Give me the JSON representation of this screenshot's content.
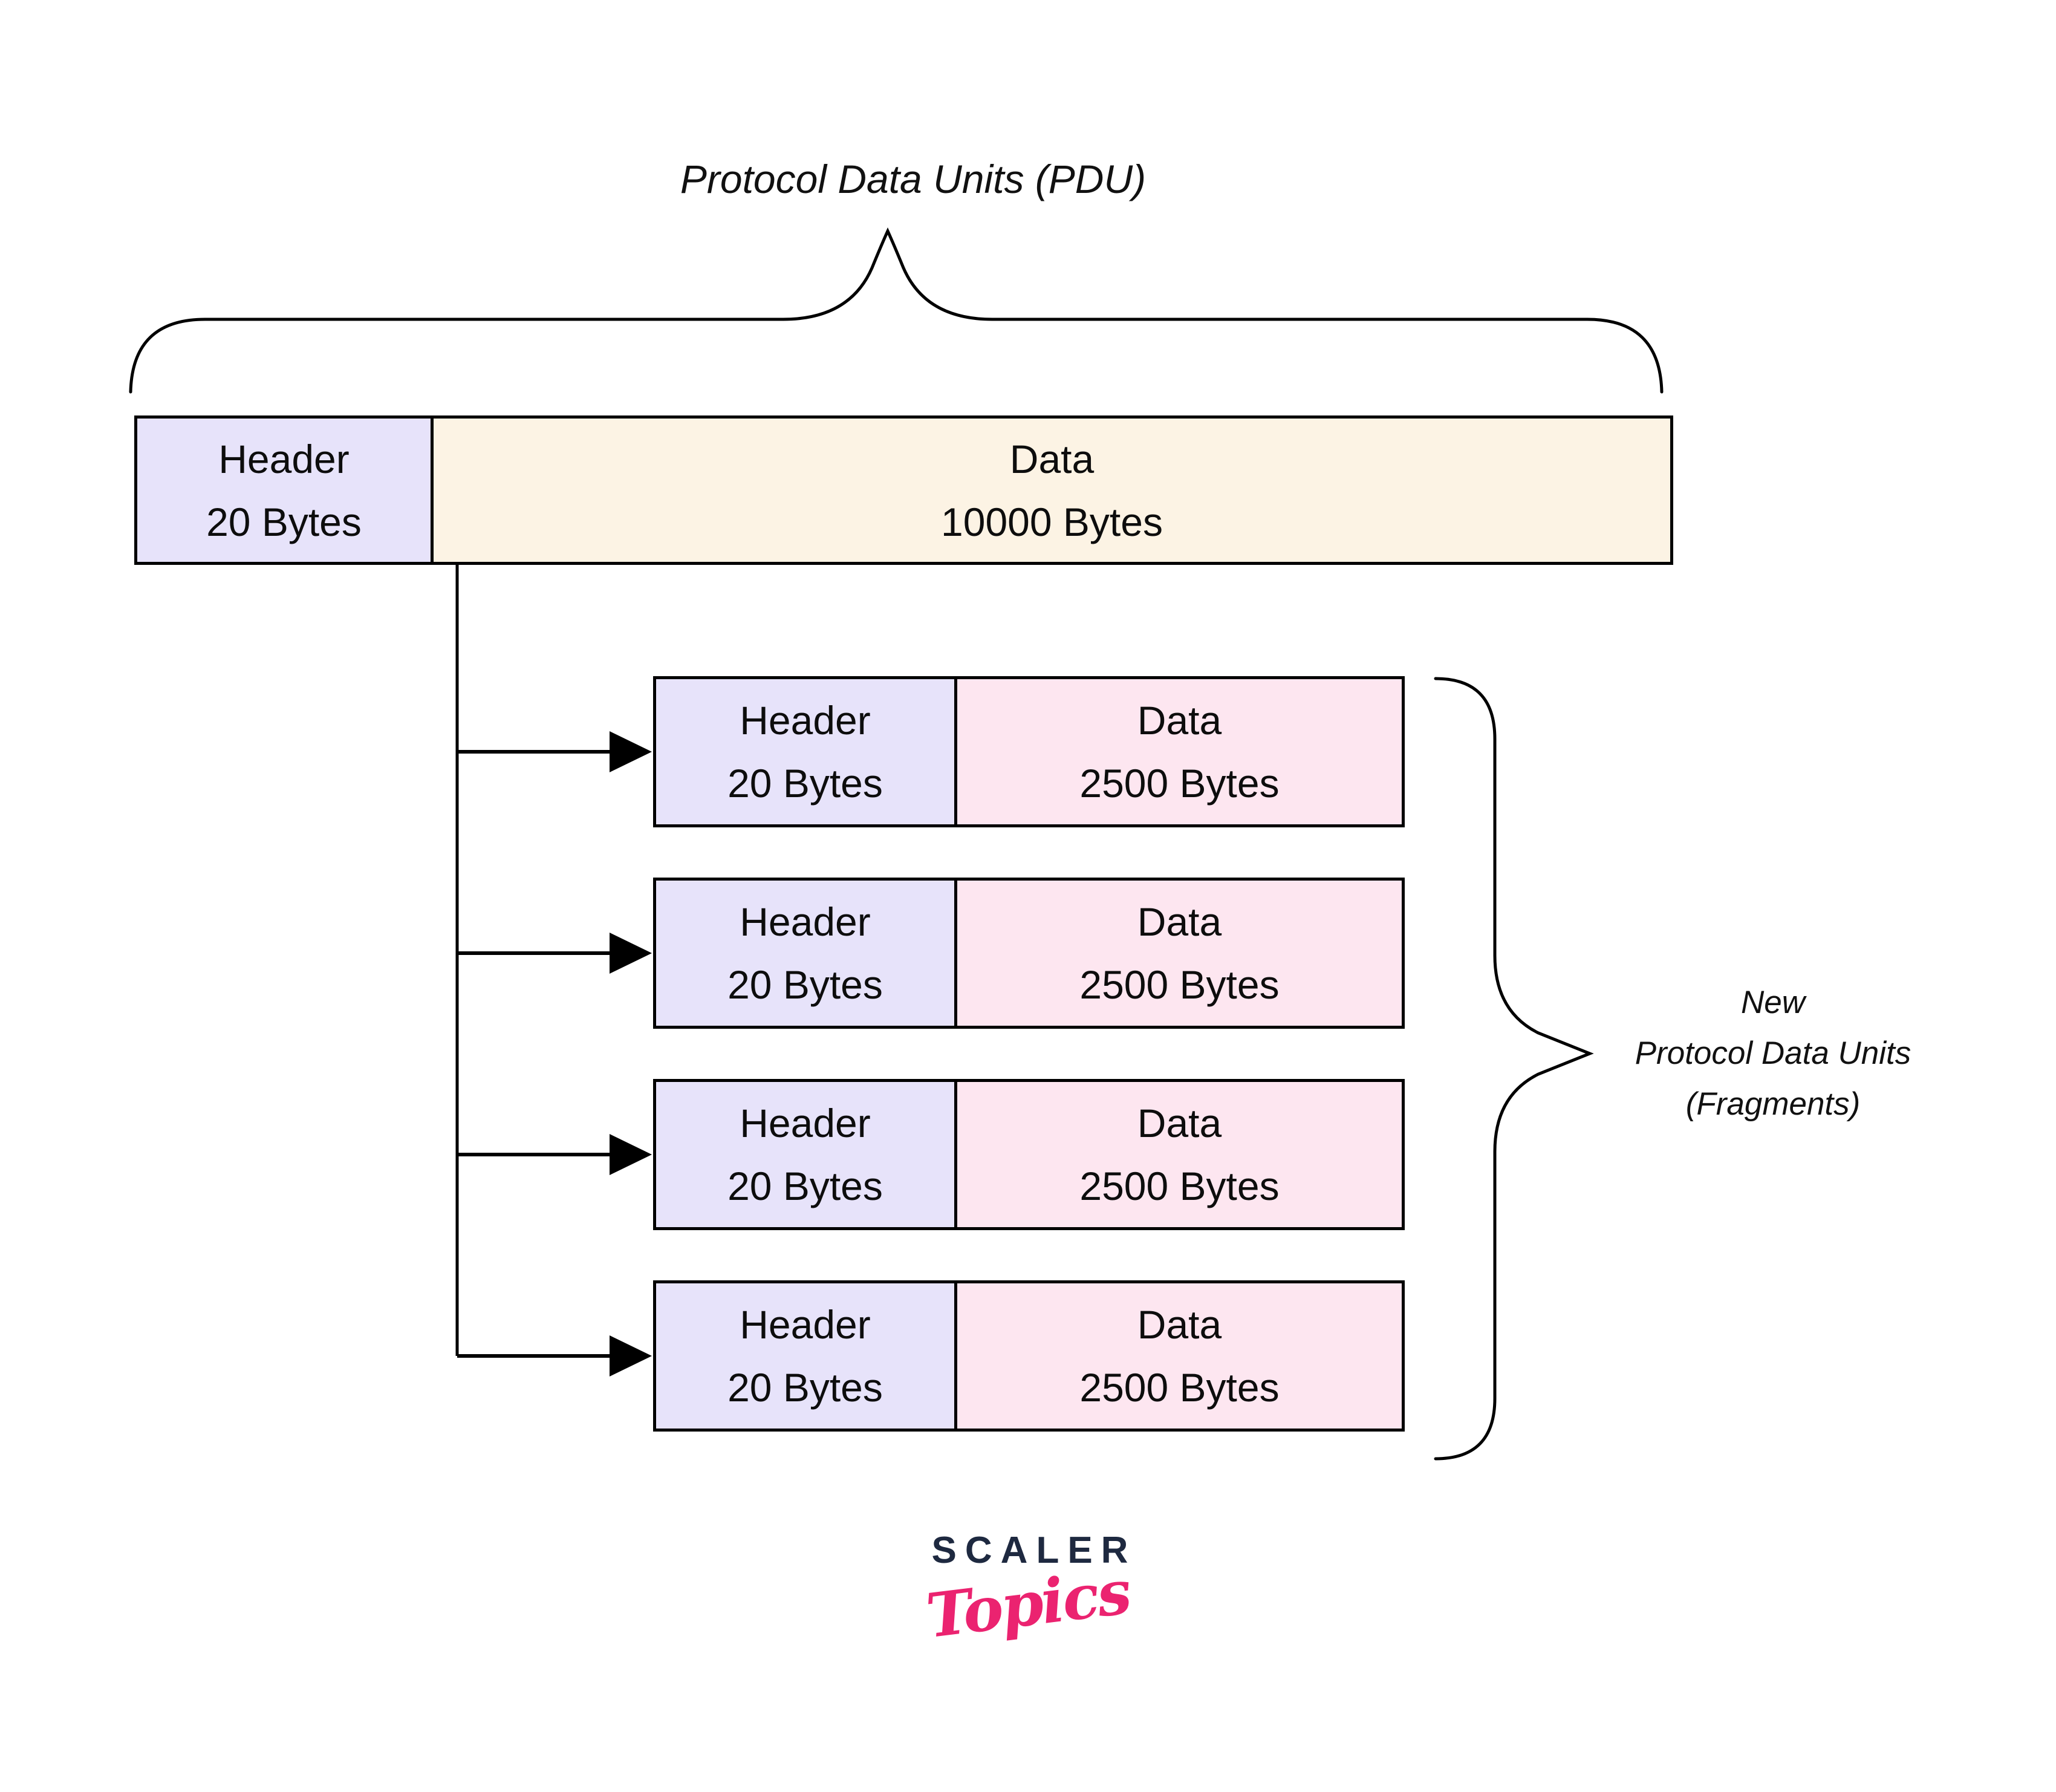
{
  "diagram": {
    "title": "Protocol Data Units (PDU)",
    "pdu": {
      "header_line1": "Header",
      "header_line2": "20 Bytes",
      "data_line1": "Data",
      "data_line2": "10000 Bytes"
    },
    "fragments": [
      {
        "header_line1": "Header",
        "header_line2": "20 Bytes",
        "data_line1": "Data",
        "data_line2": "2500 Bytes"
      },
      {
        "header_line1": "Header",
        "header_line2": "20 Bytes",
        "data_line1": "Data",
        "data_line2": "2500 Bytes"
      },
      {
        "header_line1": "Header",
        "header_line2": "20 Bytes",
        "data_line1": "Data",
        "data_line2": "2500 Bytes"
      },
      {
        "header_line1": "Header",
        "header_line2": "20 Bytes",
        "data_line1": "Data",
        "data_line2": "2500 Bytes"
      }
    ],
    "right_label": {
      "line1": "New",
      "line2": "Protocol Data Units",
      "line3": "(Fragments)"
    }
  },
  "logo": {
    "scaler": "SCALER",
    "topics": "Topics"
  },
  "colors": {
    "header_fill": "#E7E3FA",
    "pdu_data_fill": "#FCF3E4",
    "fragment_data_fill": "#FDE6F0",
    "line": "#000000",
    "scaler_navy": "#1E2940",
    "topics_pink": "#EB2370"
  }
}
